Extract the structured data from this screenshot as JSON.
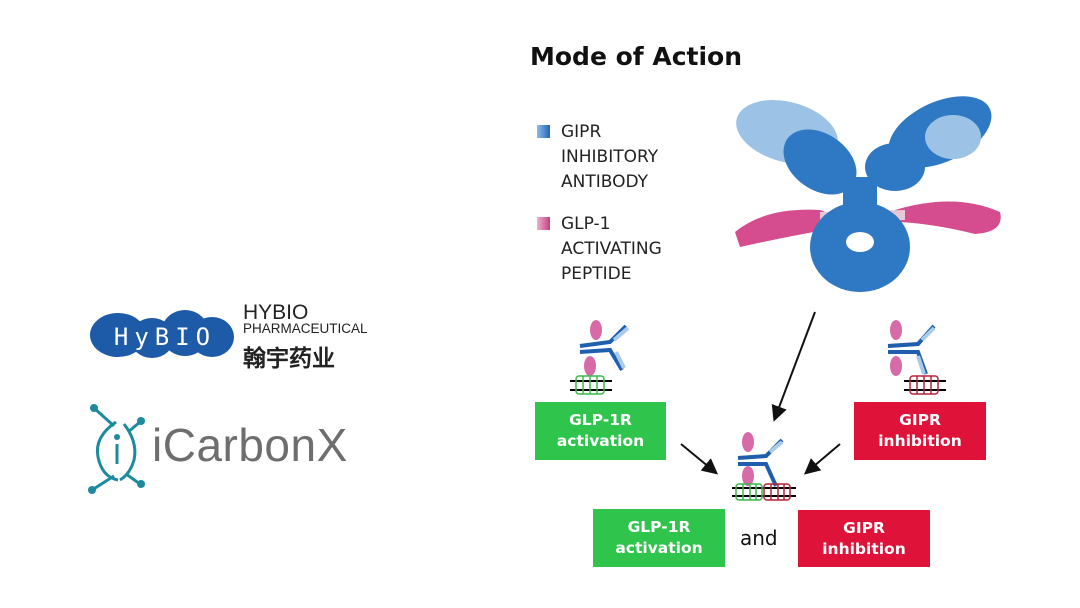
{
  "title": "Mode of Action",
  "legend": [
    {
      "label": "GIPR\nINHIBITORY\nANTIBODY",
      "color": "#2f78c4"
    },
    {
      "label": "GLP-1\nACTIVATING\nPEPTIDE",
      "color": "#d0558f"
    }
  ],
  "boxes": {
    "glp1r_top": "GLP-1R\nactivation",
    "gipr_top": "GIPR\ninhibition",
    "glp1r_bottom": "GLP-1R\nactivation",
    "gipr_bottom": "GIPR\ninhibition",
    "and": "and"
  },
  "logos": {
    "hybio_badge": "HyBIO",
    "hybio_name": "HYBIO",
    "hybio_sub": "PHARMACEUTICAL",
    "hybio_cn": "翰宇药业",
    "icarbonx": "iCarbonX"
  },
  "colors": {
    "green": "#2fc44c",
    "red": "#df1239",
    "antibody": "#2f78c4",
    "peptide": "#d0558f",
    "teal": "#1e8a9e"
  }
}
